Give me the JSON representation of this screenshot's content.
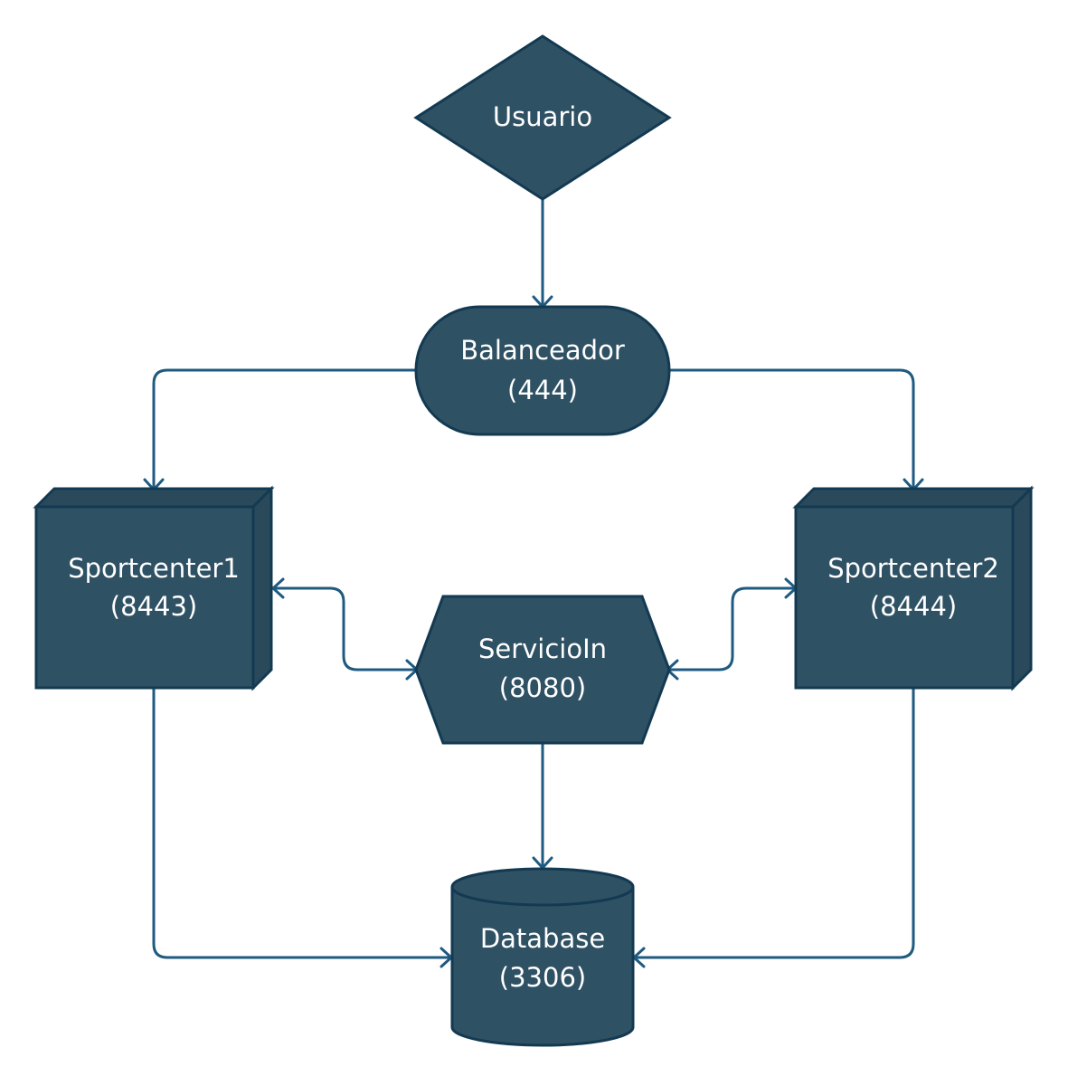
{
  "colors": {
    "node_fill": "#2f5164",
    "node_stroke": "#133a52",
    "edge": "#1f5a80",
    "label": "#ffffff",
    "background": "#ffffff"
  },
  "nodes": {
    "usuario": {
      "shape": "diamond",
      "line1": "Usuario"
    },
    "balanceador": {
      "shape": "stadium",
      "line1": "Balanceador",
      "line2": "(444)"
    },
    "sportcenter1": {
      "shape": "3d-box",
      "line1": "Sportcenter1",
      "line2": "(8443)"
    },
    "sportcenter2": {
      "shape": "3d-box",
      "line1": "Sportcenter2",
      "line2": "(8444)"
    },
    "servicioin": {
      "shape": "hexagon",
      "line1": "ServicioIn",
      "line2": "(8080)"
    },
    "database": {
      "shape": "cylinder",
      "line1": "Database",
      "line2": "(3306)"
    }
  },
  "edges": [
    {
      "from": "usuario",
      "to": "balanceador",
      "direction": "forward"
    },
    {
      "from": "balanceador",
      "to": "sportcenter1",
      "direction": "forward"
    },
    {
      "from": "balanceador",
      "to": "sportcenter2",
      "direction": "forward"
    },
    {
      "from": "sportcenter1",
      "to": "servicioin",
      "direction": "both"
    },
    {
      "from": "sportcenter2",
      "to": "servicioin",
      "direction": "both"
    },
    {
      "from": "servicioin",
      "to": "database",
      "direction": "forward"
    },
    {
      "from": "sportcenter1",
      "to": "database",
      "direction": "forward"
    },
    {
      "from": "sportcenter2",
      "to": "database",
      "direction": "forward"
    }
  ]
}
